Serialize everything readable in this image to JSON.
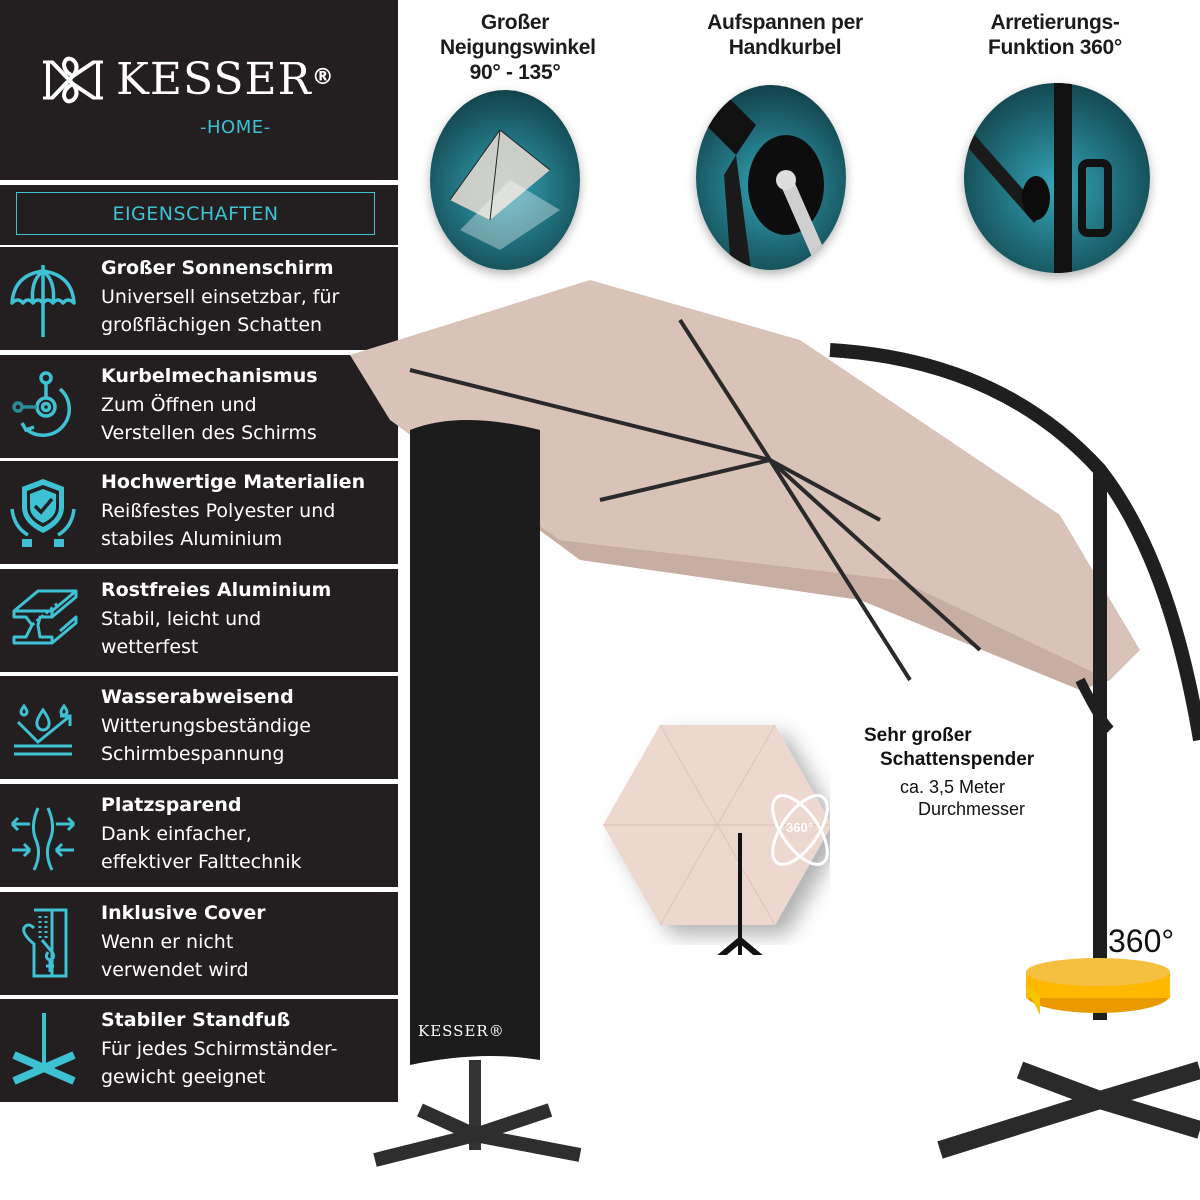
{
  "brand": {
    "name": "KESSER",
    "registered": "®",
    "sub": "-HOME-"
  },
  "section_label": "EIGENSCHAFTEN",
  "features": [
    {
      "icon": "umbrella-icon",
      "title": "Großer Sonnenschirm",
      "lines": [
        "Universell einsetzbar, für",
        "großflächigen Schatten"
      ]
    },
    {
      "icon": "crank-icon",
      "title": "Kurbelmechanismus",
      "lines": [
        "Zum Öffnen und",
        "Verstellen des Schirms"
      ]
    },
    {
      "icon": "shield-hands-icon",
      "title": "Hochwertige Materialien",
      "lines": [
        "Reißfestes Polyester und",
        "stabiles Aluminium"
      ]
    },
    {
      "icon": "i-beam-icon",
      "title": "Rostfreies Aluminium",
      "lines": [
        "Stabil, leicht und",
        "wetterfest"
      ]
    },
    {
      "icon": "water-drops-icon",
      "title": "Wasserabweisend",
      "lines": [
        "Witterungsbeständige",
        "Schirmbespannung"
      ]
    },
    {
      "icon": "compress-icon",
      "title": "Platzsparend",
      "lines": [
        "Dank einfacher,",
        "effektiver Falttechnik"
      ]
    },
    {
      "icon": "zipper-cover-icon",
      "title": "Inklusive Cover",
      "lines": [
        "Wenn er nicht",
        "verwendet wird"
      ]
    },
    {
      "icon": "cross-base-icon",
      "title": "Stabiler Standfuß",
      "lines": [
        "Für jedes Schirmständer-",
        "gewicht geeignet"
      ]
    }
  ],
  "highlights": [
    {
      "lines": [
        "Großer",
        "Neigungswinkel",
        "90° - 135°"
      ]
    },
    {
      "lines": [
        "Aufspannen per",
        "Handkurbel"
      ]
    },
    {
      "lines": [
        "Arretierungs-",
        "Funktion 360°"
      ]
    }
  ],
  "shade": {
    "title_lines": [
      "Sehr großer",
      "Schattenspender"
    ],
    "desc_lines": [
      "ca. 3,5  Meter",
      "Durchmesser"
    ],
    "badge": "360°"
  },
  "rotation_label": "360°",
  "cover_logo": "KESSER®",
  "colors": {
    "panel_bg": "#231f20",
    "accent": "#3ec1d3",
    "canopy": "#d9c2b7",
    "rotation_ring": "#f5a800"
  }
}
